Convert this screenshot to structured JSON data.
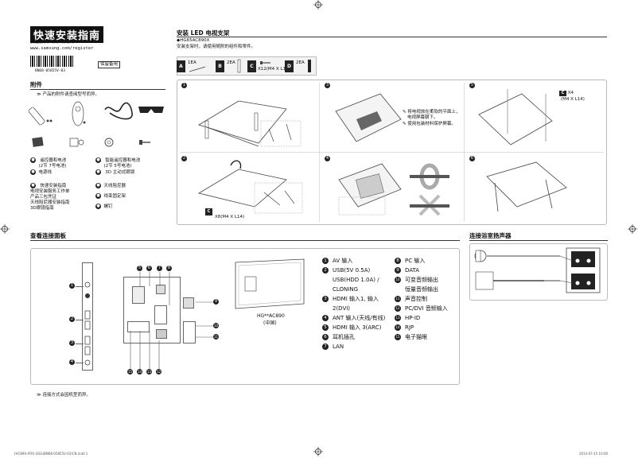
{
  "header": {
    "title": "快速安装指南",
    "subtitle": "要注册该产品，请访问",
    "url": "www.samsung.com/register",
    "doc_code": "BN68-05855V-03",
    "save_label": "保留备用"
  },
  "accessories": {
    "title": "附件",
    "note": "产品的附件请查阅型号而异。",
    "items": [
      {
        "label": "遥控器和电池",
        "sub": "(2节 7号电池)"
      },
      {
        "label": "智能遥控器和电池",
        "sub": "(2节 5号电池)"
      },
      {
        "label": "电源线"
      },
      {
        "label": "3D 主动式眼镜"
      },
      {
        "label": "快速安装指南",
        "sub": [
          "电视安装服务工作单",
          "产品三包凭证",
          "天线阻尼器安装指南",
          "3D眼镜指南"
        ]
      },
      {
        "label": "天线阻尼器"
      },
      {
        "label": "线束固定架"
      },
      {
        "label": "螺钉"
      }
    ]
  },
  "mount": {
    "title": "安装 LED 电视支架",
    "model": "◆HG65AC890X",
    "instruction": "安装支架时，请使用随附的组件和零件。",
    "parts": [
      {
        "tag": "A",
        "qty": "1EA"
      },
      {
        "tag": "B",
        "qty": "2EA"
      },
      {
        "tag": "C",
        "qty": "X12(M4 X L14)"
      },
      {
        "tag": "D",
        "qty": "2EA"
      }
    ],
    "step3_notes": [
      "将电视放在柔软的平面上，",
      "电视屏幕朝下。",
      "使用包装材料保护屏幕。"
    ],
    "step5_screw": "X4",
    "step5_screw_size": "(M4 X L14)",
    "step2_screw_tag": "C",
    "step2_screw": "X8(M4 X L14)"
  },
  "panel": {
    "title": "查看连接面板",
    "model": "HG**AC890",
    "model_note": "(中国)",
    "ports": [
      {
        "n": "1",
        "label": "AV 输入"
      },
      {
        "n": "2",
        "label": "USB(5V 0.5A)"
      },
      {
        "n": "",
        "label": "USB(HDD 1.0A) /"
      },
      {
        "n": "",
        "label": "CLONING"
      },
      {
        "n": "3",
        "label": "HDMI 输入1, 输入"
      },
      {
        "n": "",
        "label": "2(DVI)"
      },
      {
        "n": "4",
        "label": "ANT 输入(天线/有线)"
      },
      {
        "n": "5",
        "label": "HDMI 输入 3(ARC)"
      },
      {
        "n": "6",
        "label": "耳机插孔"
      },
      {
        "n": "7",
        "label": "LAN"
      }
    ],
    "ports2": [
      {
        "n": "8",
        "label": "PC 输入"
      },
      {
        "n": "9",
        "label": "DATA"
      },
      {
        "n": "10",
        "label": "可变音频输出"
      },
      {
        "n": "",
        "label": "恒量音频输出"
      },
      {
        "n": "11",
        "label": "声音控制"
      },
      {
        "n": "12",
        "label": "PC/DVI 音频输入"
      },
      {
        "n": "13",
        "label": "HP-ID"
      },
      {
        "n": "14",
        "label": "RJP"
      },
      {
        "n": "15",
        "label": "电子猫眼"
      }
    ],
    "footnote": "连接方式会因机型而异。"
  },
  "bathroom": {
    "title": "连接浴室扬声器"
  },
  "footer": {
    "left": "[HC890-ATA]-QSG(BN68-05855V-03)CN.indd 1",
    "right": "2014-07-15  10:00"
  }
}
